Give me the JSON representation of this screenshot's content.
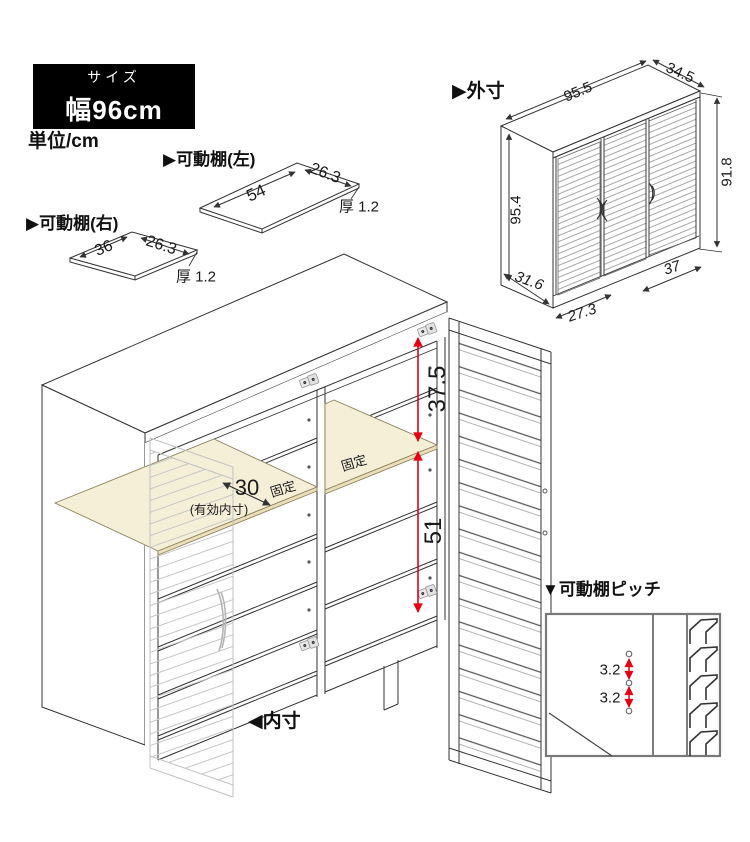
{
  "size_box": {
    "label": "サイズ",
    "value": "幅96cm"
  },
  "unit_label": "単位/cm",
  "shelf_left": {
    "title": "▶可動棚(左)",
    "length": "54",
    "depth": "26.3",
    "thickness": "厚 1.2"
  },
  "shelf_right": {
    "title": "▶可動棚(右)",
    "length": "36",
    "depth": "26.3",
    "thickness": "厚 1.2"
  },
  "outer": {
    "title": "▶外寸",
    "top_width": "95.5",
    "top_depth": "34.5",
    "height_right": "91.8",
    "height_left": "95.4",
    "base_depth": "31.6",
    "door_left_width": "27.3",
    "door_right_width": "37"
  },
  "inner": {
    "title": "◀内寸",
    "upper_height": "37.5",
    "lower_height": "51",
    "shelf_depth": "30",
    "shelf_depth_note": "(有効内寸)",
    "fixed_left": "固定",
    "fixed_right": "固定"
  },
  "pitch": {
    "title": "▼可動棚ピッチ",
    "gap_top": "3.2",
    "gap_bottom": "3.2"
  },
  "colors": {
    "accent_red": "#e60012",
    "shelf_highlight": "#f5efd8",
    "shelf_highlight_front": "#eadfb9",
    "ink": "#333333",
    "ghost": "#c2c2c2",
    "box_bg": "#000000"
  }
}
